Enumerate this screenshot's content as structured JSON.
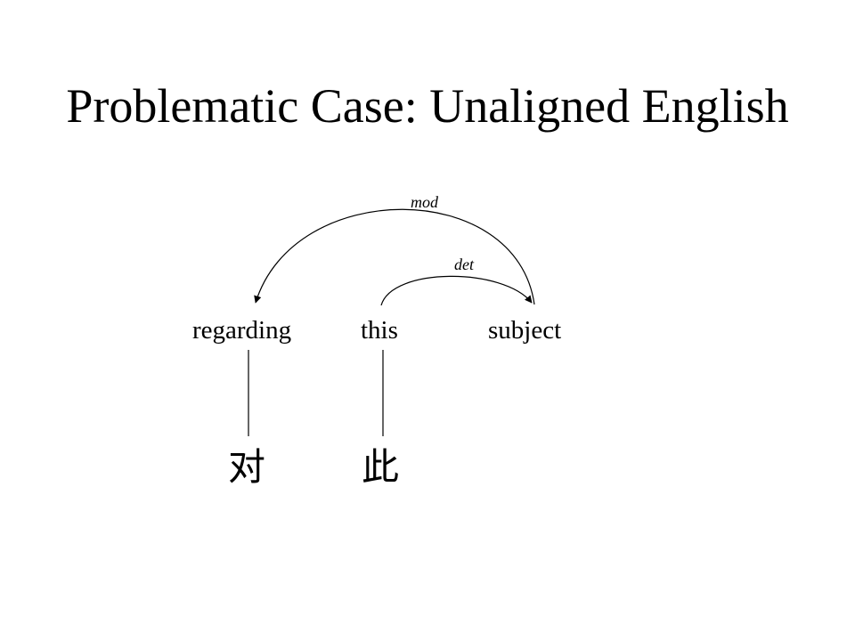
{
  "title": "Problematic Case: Unaligned English",
  "english_words": {
    "w1": "regarding",
    "w2": "this",
    "w3": "subject"
  },
  "dependencies": {
    "mod": {
      "label": "mod",
      "head": "subject",
      "dependent": "regarding"
    },
    "det": {
      "label": "det",
      "head": "this",
      "dependent": "subject"
    }
  },
  "chinese_words": {
    "c1": "对",
    "c2": "此"
  },
  "alignments": [
    {
      "english": "regarding",
      "chinese": "对"
    },
    {
      "english": "this",
      "chinese": "此"
    }
  ]
}
